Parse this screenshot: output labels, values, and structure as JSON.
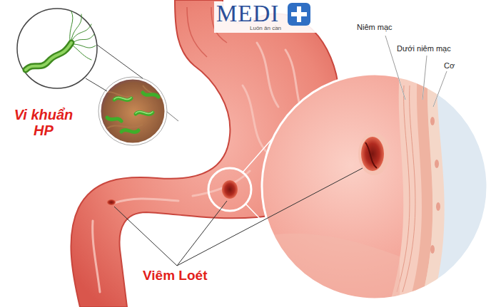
{
  "diagram": {
    "labels": [
      "MEDI",
      "Luôn ân cần",
      "Niêm mạc",
      "Dưới niêm mạc",
      "Cơ",
      "Vi khuẩn HP",
      "Viêm Loét"
    ]
  }
}
